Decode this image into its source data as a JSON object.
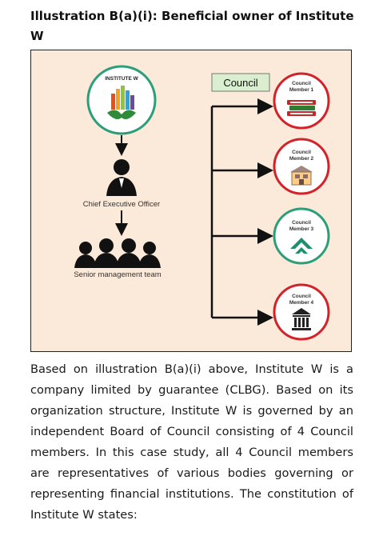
{
  "heading": "Illustration B(a)(i): Beneficial owner of Institute W",
  "diagram": {
    "institute_label": "INSTITUTE W",
    "ceo_label": "Chief Executive Officer",
    "team_label": "Senior management team",
    "council_label": "Council",
    "members": [
      {
        "line1": "Council",
        "line2": "Member 1",
        "icon": "stacked-books-icon"
      },
      {
        "line1": "Council",
        "line2": "Member 2",
        "icon": "shop-building-icon"
      },
      {
        "line1": "Council",
        "line2": "Member 3",
        "icon": "green-chevron-logo-icon"
      },
      {
        "line1": "Council",
        "line2": "Member 4",
        "icon": "bank-pillars-icon"
      }
    ]
  },
  "paragraph": "Based on illustration B(a)(i) above, Institute W is a company limited by guarantee (CLBG). Based on its organization structure, Institute W is governed by an independent Board of Council consisting of 4 Council members. In this case study, all 4 Council members are representatives of various bodies governing or representing financial institutions. The constitution of Institute W states:",
  "colors": {
    "figure_bg": "#fbe9d9",
    "council_box": "#d9efcf",
    "ring_red": "#d2232a",
    "ring_green": "#2c9f7a"
  }
}
